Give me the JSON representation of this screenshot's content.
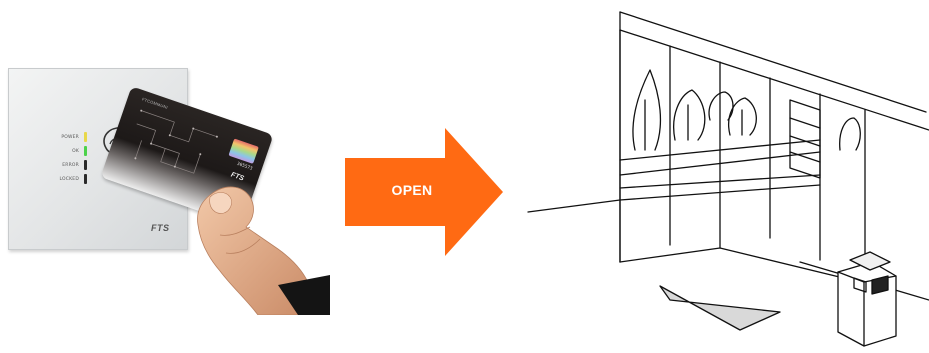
{
  "arrow": {
    "label": "OPEN",
    "color": "#ff6a13"
  },
  "reader": {
    "leds": [
      {
        "label": "POWER",
        "color": "#e8d84a"
      },
      {
        "label": "OK",
        "color": "#4cd24a"
      },
      {
        "label": "ERROR",
        "color": "#2a2a2a"
      },
      {
        "label": "LOCKED",
        "color": "#2a2a2a"
      }
    ],
    "brand": "FTS"
  },
  "card": {
    "brand": "FTS",
    "number": "365573",
    "top_text": "FTCOMMUNI"
  },
  "colors": {
    "accent": "#ff6a13"
  }
}
